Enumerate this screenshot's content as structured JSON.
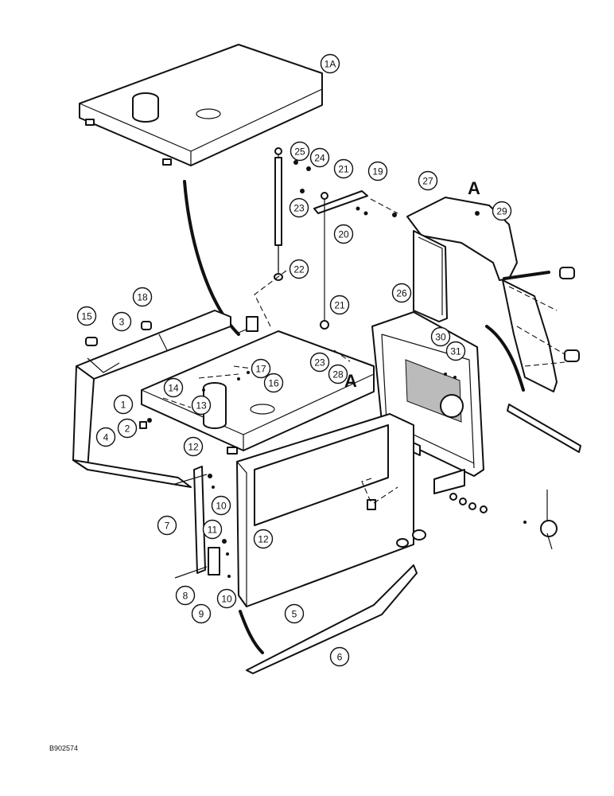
{
  "diagram": {
    "reference_code": "B902574",
    "section_markers": [
      "A",
      "A"
    ],
    "callouts": [
      "1A",
      "25",
      "24",
      "21",
      "19",
      "23",
      "20",
      "27",
      "29",
      "22",
      "21",
      "26",
      "15",
      "18",
      "3",
      "23",
      "28",
      "30",
      "31",
      "17",
      "16",
      "14",
      "13",
      "1",
      "2",
      "4",
      "12",
      "10",
      "7",
      "11",
      "12",
      "8",
      "9",
      "10",
      "5",
      "6"
    ]
  }
}
